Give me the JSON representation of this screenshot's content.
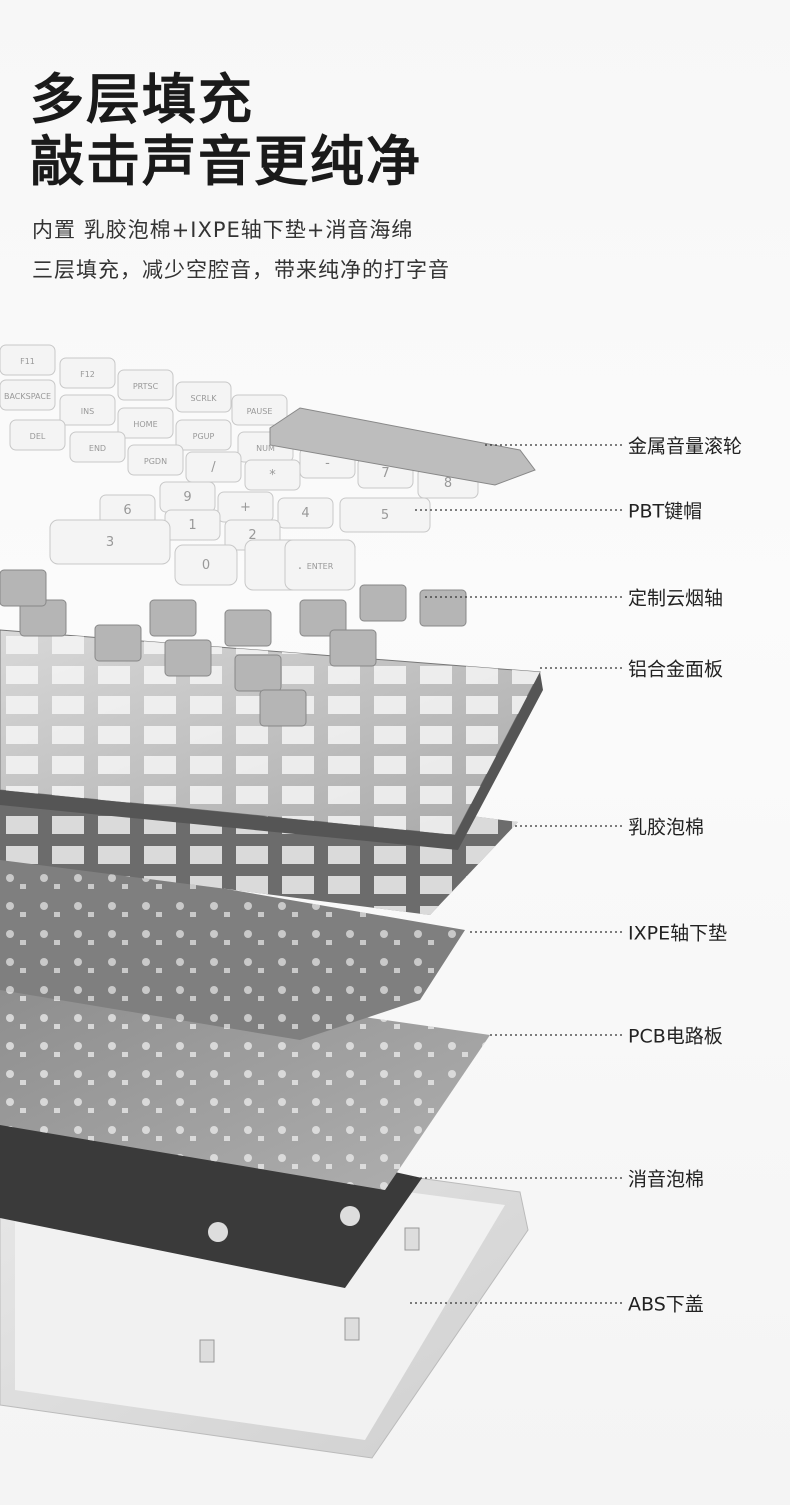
{
  "headline": {
    "line1": "多层填充",
    "line2": "敲击声音更纯净"
  },
  "subtitle": {
    "line1": "内置 乳胶泡棉+IXPE轴下垫+消音海绵",
    "line2": "三层填充，减少空腔音，带来纯净的打字音"
  },
  "layers": [
    {
      "id": "volume-wheel",
      "label": "金属音量滚轮"
    },
    {
      "id": "keycaps",
      "label": "PBT键帽"
    },
    {
      "id": "switches",
      "label": "定制云烟轴"
    },
    {
      "id": "plate",
      "label": "铝合金面板"
    },
    {
      "id": "latex-foam",
      "label": "乳胶泡棉"
    },
    {
      "id": "ixpe-pad",
      "label": "IXPE轴下垫"
    },
    {
      "id": "pcb",
      "label": "PCB电路板"
    },
    {
      "id": "sound-foam",
      "label": "消音泡棉"
    },
    {
      "id": "bottom-case",
      "label": "ABS下盖"
    }
  ],
  "keycap_legends": [
    "F11",
    "F12",
    "PRTSC",
    "SCRLK",
    "PAUSE",
    "BACKSPACE",
    "INS",
    "HOME",
    "PGUP",
    "NUM",
    "DEL",
    "END",
    "PGDN",
    "/",
    "*",
    "-",
    "7",
    "8",
    "9",
    "+",
    "4",
    "5",
    "6",
    "1",
    "2",
    "3",
    "0",
    ".",
    "ENTER"
  ]
}
